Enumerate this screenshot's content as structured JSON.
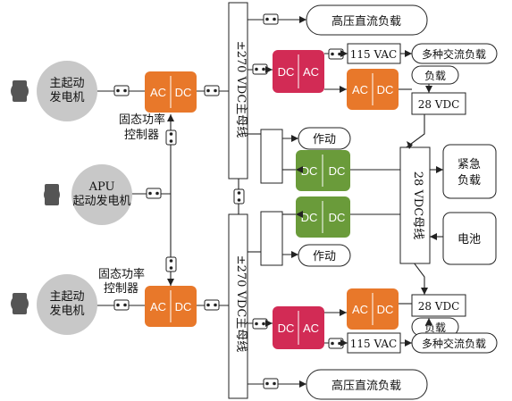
{
  "diagram": {
    "generators": {
      "main_top": {
        "line1": "主起动",
        "line2": "发电机"
      },
      "apu": {
        "line1": "APU",
        "line2": "起动发电机"
      },
      "main_bottom": {
        "line1": "主起动",
        "line2": "发电机"
      }
    },
    "controllers": {
      "top": {
        "line1": "固态功率",
        "line2": "控制器"
      },
      "bottom": {
        "line1": "固态功率",
        "line2": "控制器"
      }
    },
    "converters": {
      "acdc_left_top": {
        "a": "AC",
        "b": "DC"
      },
      "acdc_left_bottom": {
        "a": "AC",
        "b": "DC"
      },
      "dcac_top": {
        "a": "DC",
        "b": "AC"
      },
      "acdc_right_top": {
        "a": "AC",
        "b": "DC"
      },
      "dcdc_upper": {
        "a": "DC",
        "b": "DC"
      },
      "dcdc_lower": {
        "a": "DC",
        "b": "DC"
      },
      "acdc_right_bottom": {
        "a": "AC",
        "b": "DC"
      },
      "dcac_bottom": {
        "a": "DC",
        "b": "AC"
      }
    },
    "buses": {
      "hv_top": "±270 VDC主母线",
      "hv_bottom": "±270 VDC主母线",
      "ldc": "28 VDC母线"
    },
    "loads": {
      "hvdc_top": "高压直流负载",
      "hvdc_bottom": "高压直流负载",
      "vac_top": "115 VAC",
      "vac_bottom": "115 VAC",
      "multi_ac_top": "多种交流负载",
      "multi_ac_bottom": "多种交流负载",
      "load_top": "负载",
      "load_bottom": "负载",
      "vdc28_top": "28 VDC",
      "vdc28_bottom": "28 VDC",
      "actuate_top": "作动",
      "actuate_bottom": "作动",
      "emergency_l1": "紧急",
      "emergency_l2": "负载",
      "battery": "电池"
    },
    "colors": {
      "acdc": "#e8782a",
      "dcac": "#d22b55",
      "dcdc": "#6a9b3a",
      "generator": "#c8c8c8",
      "wire": "#222222"
    }
  }
}
